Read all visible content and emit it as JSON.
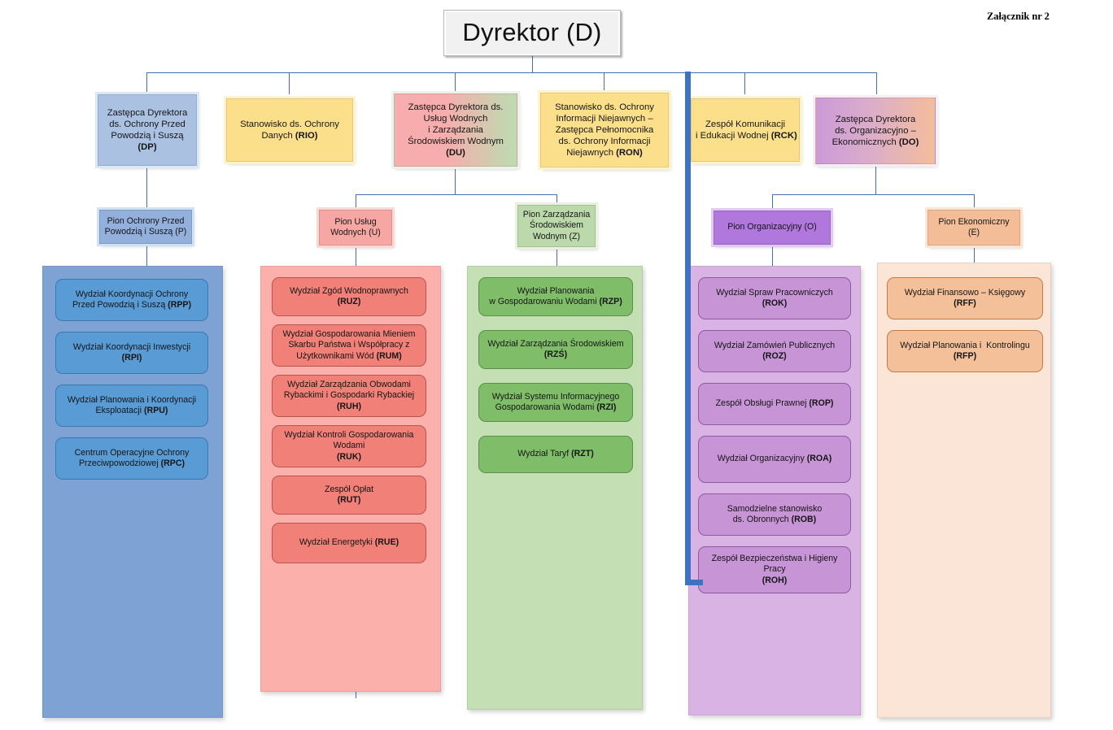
{
  "annex": {
    "label": "Załącznik nr 2"
  },
  "root": {
    "label": "Dyrektor (D)"
  },
  "level1": [
    {
      "key": "DP",
      "lines": [
        "Zastępca Dyrektora",
        "ds. Ochrony Przed",
        "Powodzią i Suszą"
      ],
      "code": "(DP)",
      "color": "#aac1e2"
    },
    {
      "key": "RIO",
      "lines": [
        "Stanowisko ds. Ochrony",
        "Danych "
      ],
      "code": "(RIO)",
      "color": "#fbdf8a"
    },
    {
      "key": "DU",
      "lines": [
        "Zastępca Dyrektora ds.",
        "Usług Wodnych",
        "i Zarządzania",
        "Środowiskiem Wodnym"
      ],
      "code": "(DU)",
      "color": "#f7adad"
    },
    {
      "key": "RON",
      "lines": [
        "Stanowisko ds. Ochrony",
        "Informacji Niejawnych –",
        "Zastępca Pełnomocnika",
        "ds. Ochrony Informacji",
        "Niejawnych "
      ],
      "code": "(RON)",
      "color": "#fbdf8a"
    },
    {
      "key": "RCK",
      "lines": [
        "Zespół Komunikacji",
        "i Edukacji Wodnej "
      ],
      "code": "(RCK)",
      "color": "#fbdf8a"
    },
    {
      "key": "DO",
      "lines": [
        "Zastępca Dyrektora",
        "ds. Organizacyjno –",
        "Ekonomicznych "
      ],
      "code": "(DO)",
      "color": "#cb9ad8"
    }
  ],
  "level2": [
    {
      "key": "P",
      "lines": [
        "Pion Ochrony Przed",
        "Powodzią i Suszą (P)"
      ],
      "color": "#93b0dd"
    },
    {
      "key": "U",
      "lines": [
        "Pion Usług",
        "Wodnych (U)"
      ],
      "color": "#f7a7a3"
    },
    {
      "key": "Z",
      "lines": [
        "Pion Zarządzania",
        "Środowiskiem",
        "Wodnym (Z)"
      ],
      "color": "#bcd9ab"
    },
    {
      "key": "O",
      "lines": [
        "Pion Organizacyjny (O)"
      ],
      "color": "#b077dd"
    },
    {
      "key": "E",
      "lines": [
        "Pion Ekonomiczny",
        "(E)"
      ],
      "color": "#f3bd97"
    }
  ],
  "columns": [
    {
      "key": "P",
      "color": "#7fa2d4",
      "departments": [
        {
          "lines": [
            "Wydział Koordynacji Ochrony",
            "Przed Powodzią i Suszą "
          ],
          "code": "(RPP)"
        },
        {
          "lines": [
            "Wydział Koordynacji Inwestycji"
          ],
          "code": "(RPI)"
        },
        {
          "lines": [
            "Wydział Planowania i Koordynacji",
            "Eksploatacji "
          ],
          "code": "(RPU)"
        },
        {
          "lines": [
            "Centrum Operacyjne Ochrony",
            "Przeciwpowodziowej "
          ],
          "code": "(RPC)"
        }
      ]
    },
    {
      "key": "U",
      "color": "#fbb0ac",
      "departments": [
        {
          "lines": [
            "Wydział Zgód Wodnoprawnych"
          ],
          "code": "(RUZ)"
        },
        {
          "lines": [
            "Wydział Gospodarowania Mieniem",
            "Skarbu Państwa i Współpracy z",
            "Użytkownikami Wód "
          ],
          "code": "(RUM)"
        },
        {
          "lines": [
            "Wydział Zarządzania Obwodami",
            "Rybackimi i Gospodarki Rybackiej"
          ],
          "code": "(RUH)"
        },
        {
          "lines": [
            "Wydział Kontroli Gospodarowania",
            "Wodami"
          ],
          "code": "(RUK)"
        },
        {
          "lines": [
            "Zespół Opłat"
          ],
          "code": "(RUT)"
        },
        {
          "lines": [
            "Wydział Energetyki "
          ],
          "code": "(RUE)"
        }
      ]
    },
    {
      "key": "Z",
      "color": "#c5dfb4",
      "departments": [
        {
          "lines": [
            "Wydział Planowania",
            "w Gospodarowaniu Wodami "
          ],
          "code": "(RZP)"
        },
        {
          "lines": [
            "Wydział Zarządzania Środowiskiem"
          ],
          "code": "(RZŚ)"
        },
        {
          "lines": [
            "Wydział Systemu Informacyjnego",
            "Gospodarowania Wodami "
          ],
          "code": "(RZI)"
        },
        {
          "lines": [
            "Wydział Taryf "
          ],
          "code": "(RZT)"
        }
      ]
    },
    {
      "key": "O",
      "color": "#d9b3e3",
      "departments": [
        {
          "lines": [
            "Wydział Spraw Pracowniczych"
          ],
          "code": "(ROK)"
        },
        {
          "lines": [
            "Wydział Zamówień Publicznych"
          ],
          "code": "(ROZ)"
        },
        {
          "lines": [
            "Zespół Obsługi Prawnej "
          ],
          "code": "(ROP)"
        },
        {
          "lines": [
            "Wydział Organizacyjny "
          ],
          "code": "(ROA)"
        },
        {
          "lines": [
            "Samodzielne stanowisko",
            "ds. Obronnych "
          ],
          "code": "(ROB)"
        },
        {
          "lines": [
            "Zespół Bezpieczeństwa i Higieny",
            "Pracy"
          ],
          "code": "(ROH)"
        }
      ]
    },
    {
      "key": "E",
      "color": "#fae5d6",
      "departments": [
        {
          "lines": [
            "Wydział Finansowo – Księgowy"
          ],
          "code": "(RFF)"
        },
        {
          "lines": [
            "Wydział Planowania i  Kontrolingu"
          ],
          "code": "(RFP)"
        }
      ]
    }
  ],
  "accent": {
    "connector": "#4472a8",
    "highlight": "#3f72c1"
  }
}
